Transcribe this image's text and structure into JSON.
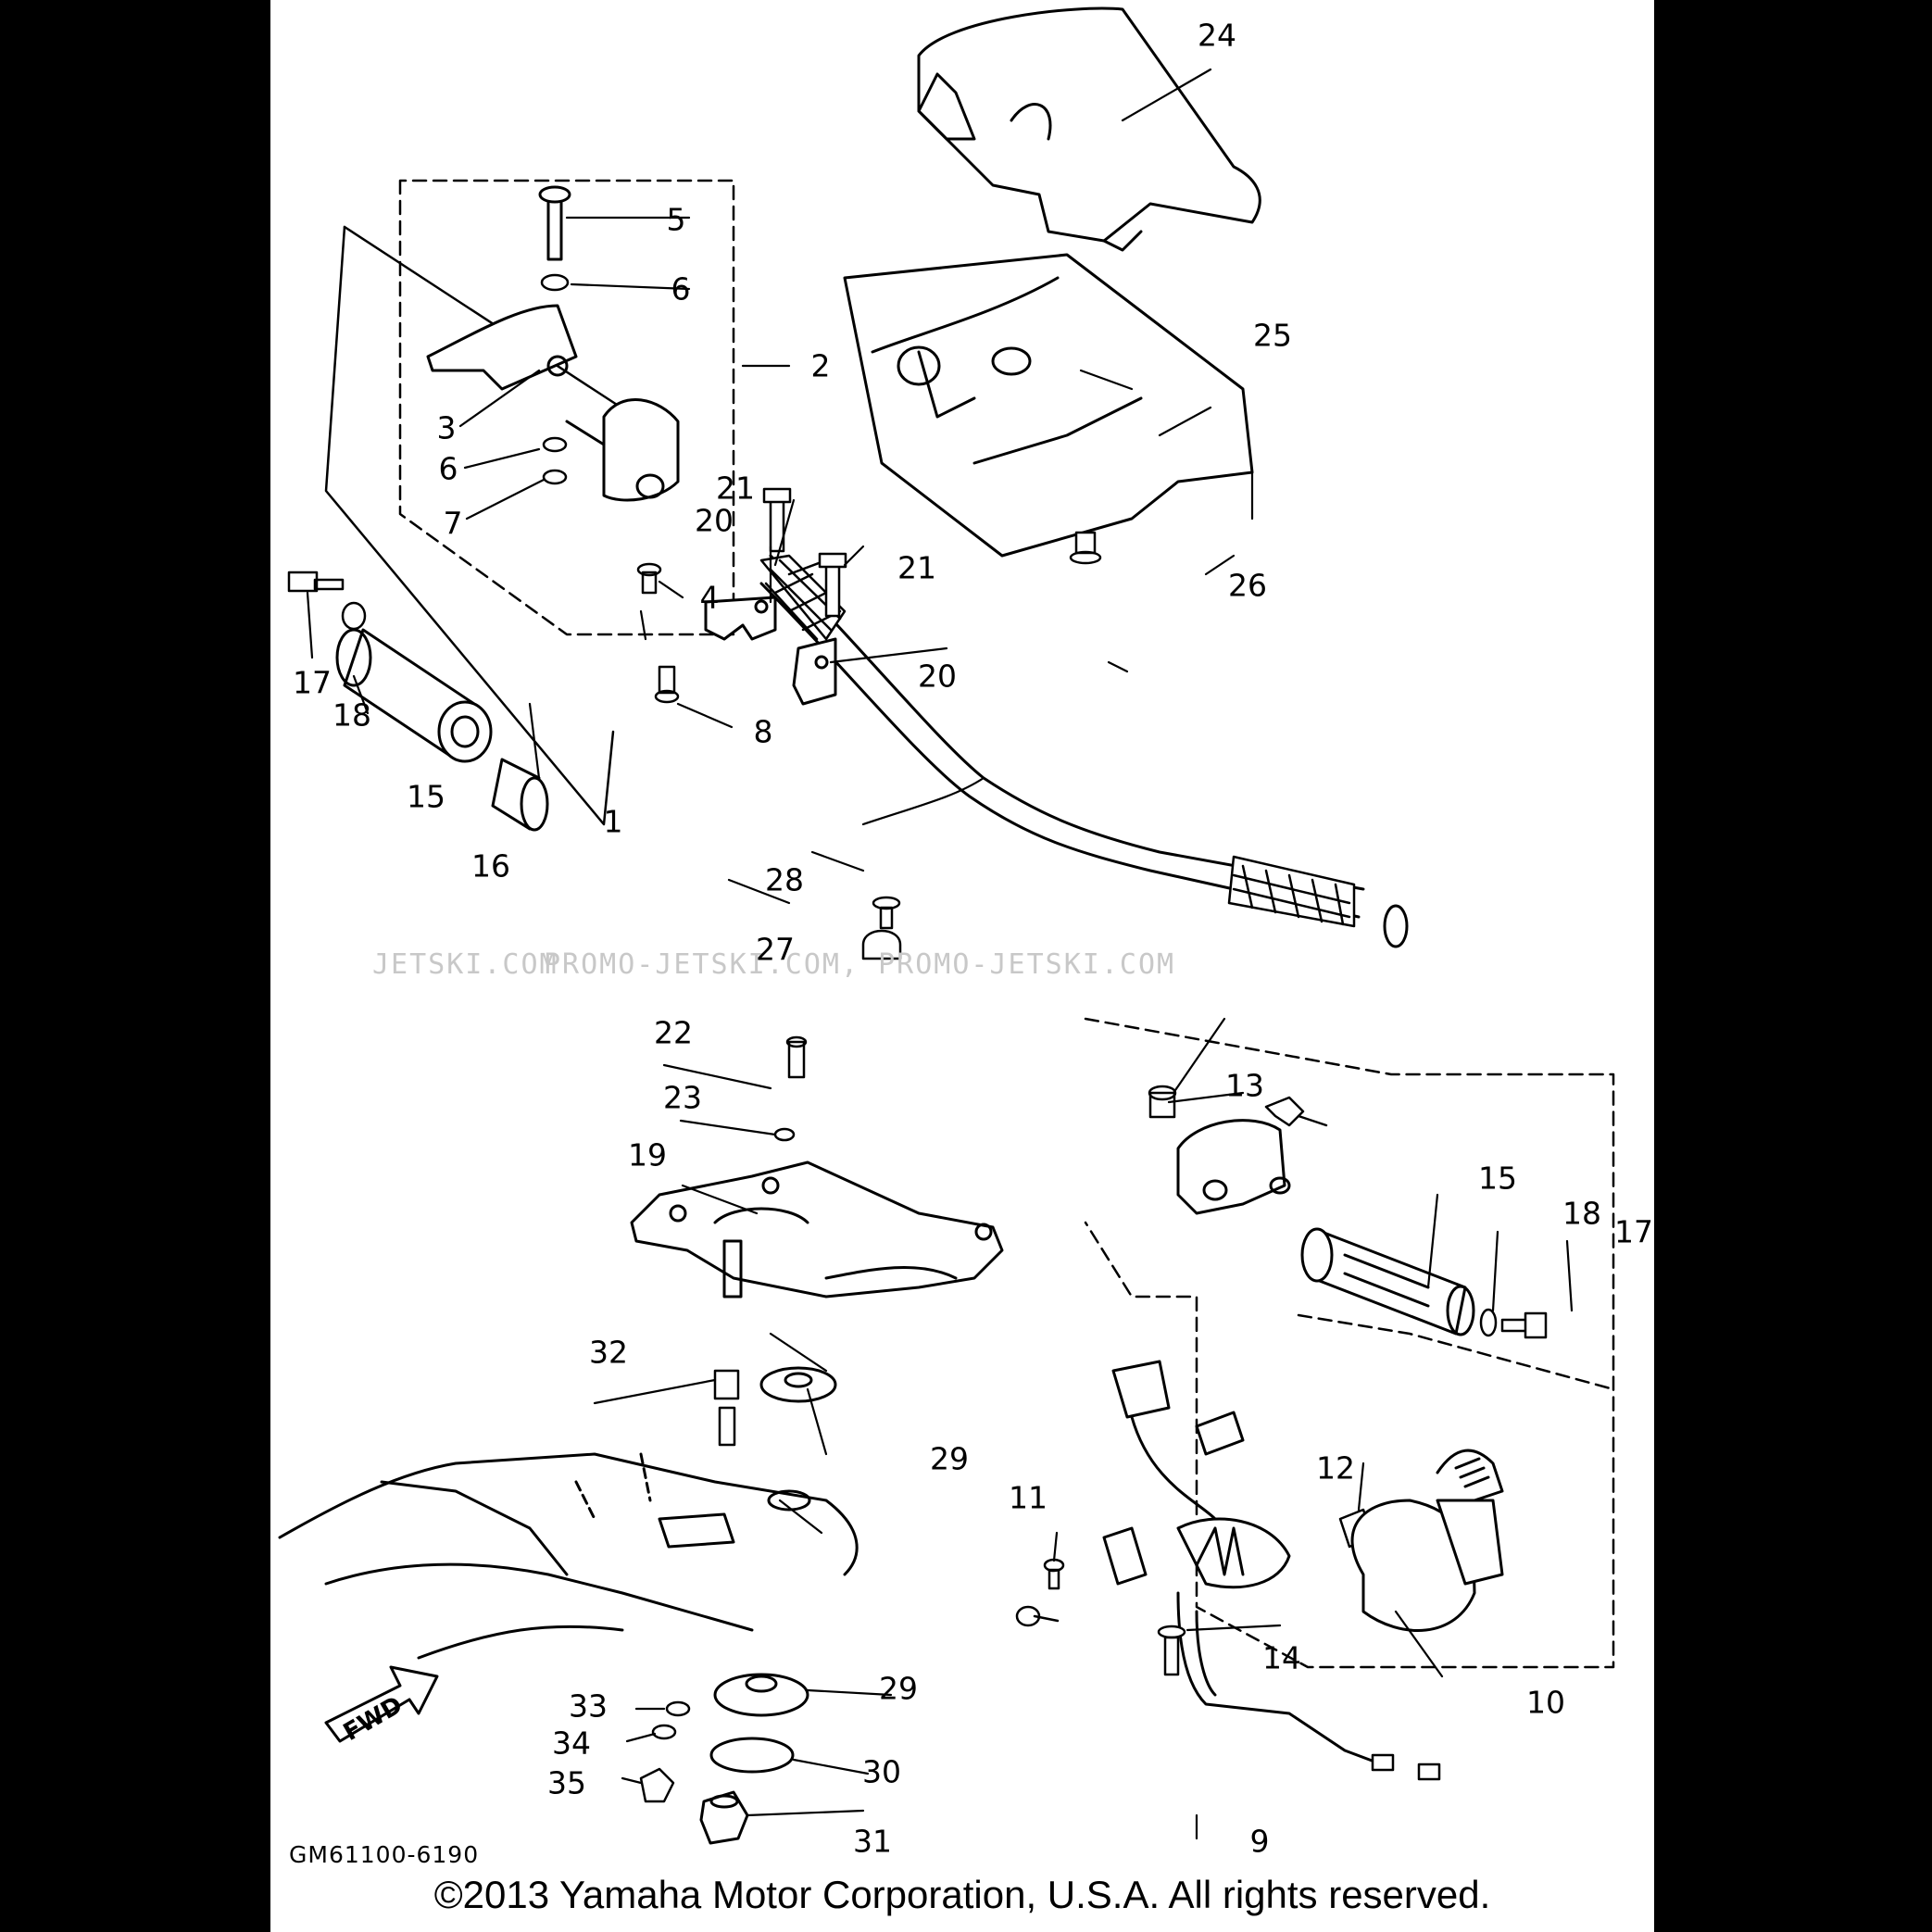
{
  "diagram": {
    "code": "GM61100-6190",
    "copyright": "©2013 Yamaha Motor Corporation, U.S.A. All rights reserved.",
    "watermark_left": "JETSKI.COM",
    "watermark_right": "PROMO-JETSKI.COM, PROMO-JETSKI.COM",
    "direction_label": "FWD",
    "callouts": {
      "c1": "1",
      "c2": "2",
      "c3": "3",
      "c4": "4",
      "c5": "5",
      "c6a": "6",
      "c6b": "6",
      "c7": "7",
      "c8": "8",
      "c9": "9",
      "c10": "10",
      "c11": "11",
      "c12": "12",
      "c13": "13",
      "c14": "14",
      "c15a": "15",
      "c15b": "15",
      "c16": "16",
      "c17a": "17",
      "c17b": "17",
      "c18a": "18",
      "c18b": "18",
      "c19": "19",
      "c20a": "20",
      "c20b": "20",
      "c21a": "21",
      "c21b": "21",
      "c22": "22",
      "c23": "23",
      "c24": "24",
      "c25": "25",
      "c26": "26",
      "c27": "27",
      "c28": "28",
      "c29a": "29",
      "c29b": "29",
      "c30": "30",
      "c31": "31",
      "c32": "32",
      "c33": "33",
      "c34": "34",
      "c35": "35"
    }
  }
}
